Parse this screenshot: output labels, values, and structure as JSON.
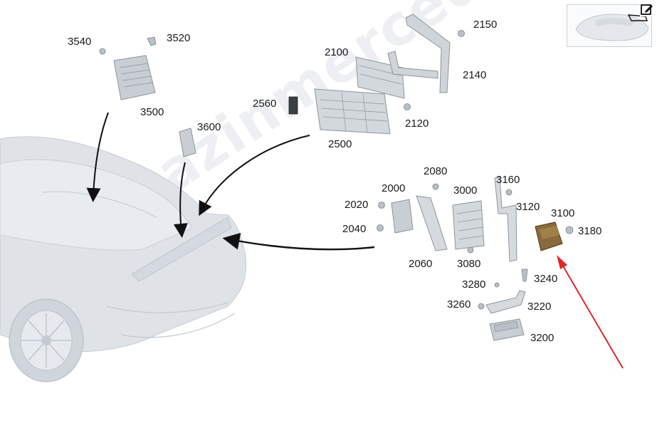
{
  "watermark": "magazinmercedes.ru",
  "colors": {
    "highlight_part": "#8a6a3a",
    "indicator_arrow": "#e0282a",
    "part_gray": "#cfd4d9",
    "car_body": "#dfe3e8"
  },
  "icons": {
    "edit": "edit-pencil-icon"
  },
  "callouts": [
    {
      "id": "3540",
      "label": "3540"
    },
    {
      "id": "3520",
      "label": "3520"
    },
    {
      "id": "3500",
      "label": "3500"
    },
    {
      "id": "3600",
      "label": "3600"
    },
    {
      "id": "2560",
      "label": "2560"
    },
    {
      "id": "2500",
      "label": "2500"
    },
    {
      "id": "2100",
      "label": "2100"
    },
    {
      "id": "2150",
      "label": "2150"
    },
    {
      "id": "2140",
      "label": "2140"
    },
    {
      "id": "2120",
      "label": "2120"
    },
    {
      "id": "2080",
      "label": "2080"
    },
    {
      "id": "2000",
      "label": "2000"
    },
    {
      "id": "2020",
      "label": "2020"
    },
    {
      "id": "2040",
      "label": "2040"
    },
    {
      "id": "2060",
      "label": "2060"
    },
    {
      "id": "3000",
      "label": "3000"
    },
    {
      "id": "3080",
      "label": "3080"
    },
    {
      "id": "3160",
      "label": "3160"
    },
    {
      "id": "3120",
      "label": "3120"
    },
    {
      "id": "3100",
      "label": "3100"
    },
    {
      "id": "3180",
      "label": "3180"
    },
    {
      "id": "3240",
      "label": "3240"
    },
    {
      "id": "3280",
      "label": "3280"
    },
    {
      "id": "3260",
      "label": "3260"
    },
    {
      "id": "3220",
      "label": "3220"
    },
    {
      "id": "3200",
      "label": "3200"
    }
  ]
}
